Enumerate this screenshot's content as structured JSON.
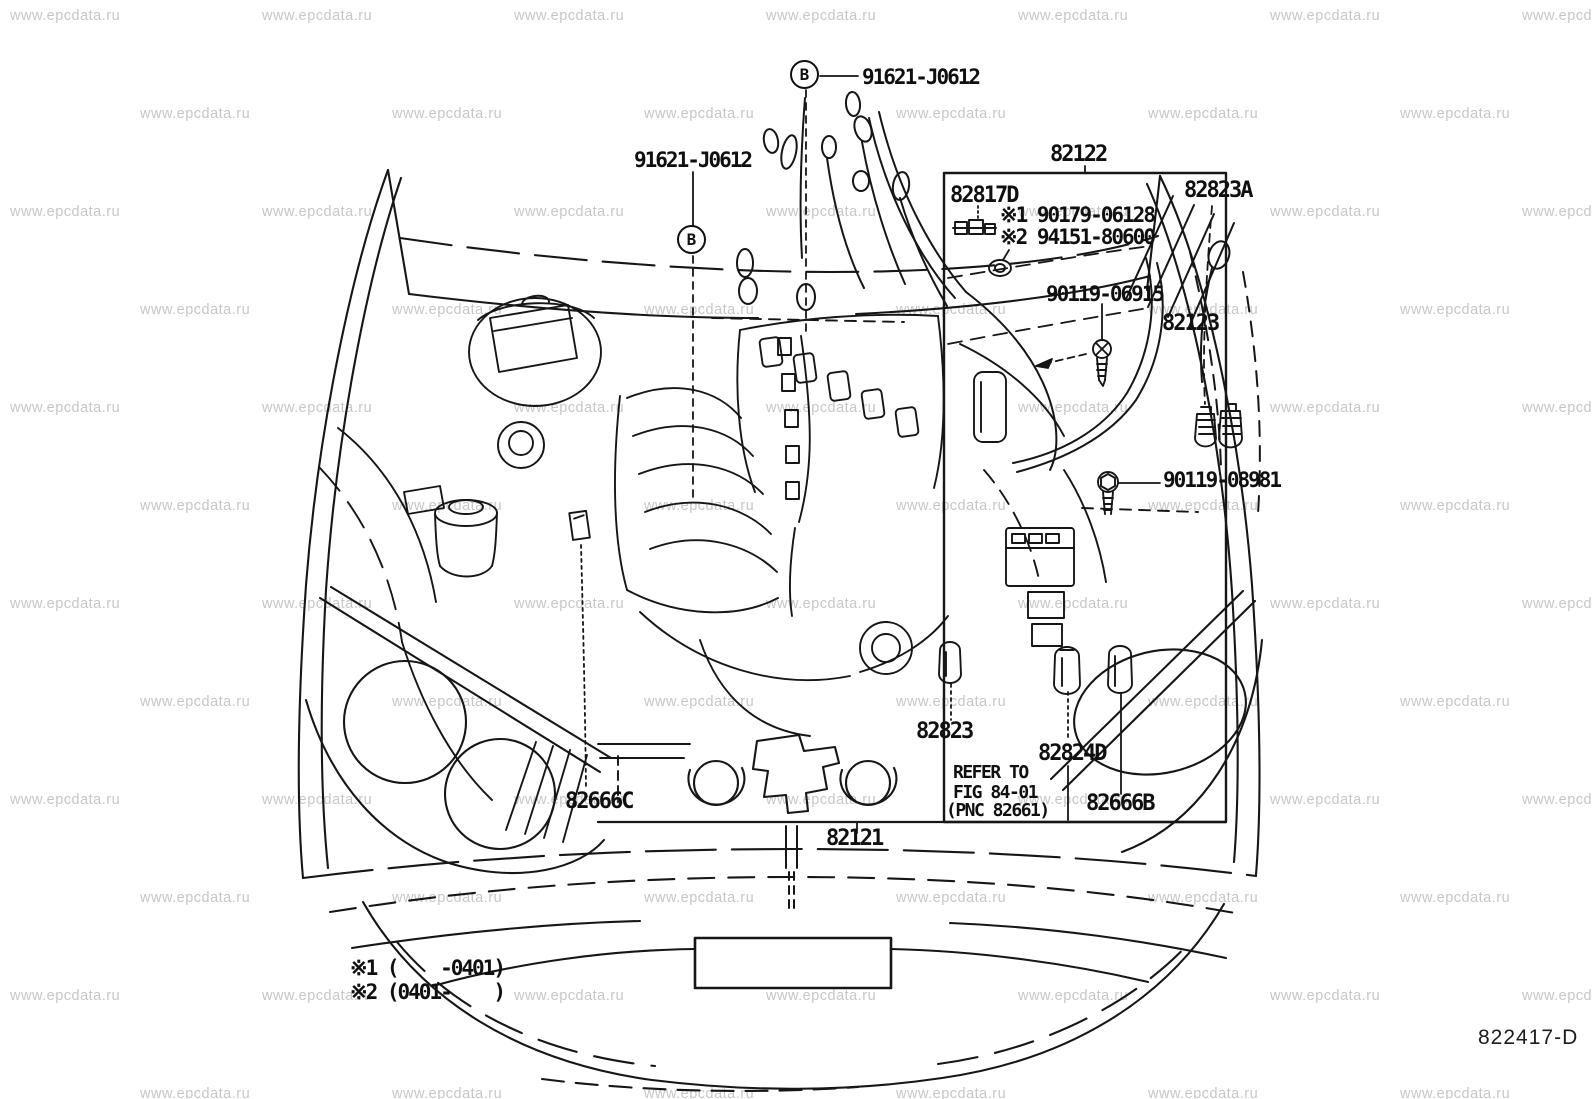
{
  "watermark": {
    "text": "www.epcdata.ru",
    "color": "#c7c7c7"
  },
  "diagram": {
    "title_context": "Toyota wiring engine-room parts diagram",
    "sheet_code": "822417-D",
    "line_color": "#161616",
    "labels": {
      "b_symbol": "B",
      "connector_b_top": "91621-J0612",
      "connector_b_left": "91621-J0612",
      "p82122": "82122",
      "p82817D": "82817D",
      "note1": "※1 90179-06128",
      "note2": "※2 94151-80600",
      "p82823A": "82823A",
      "p90119_06915": "90119-06915",
      "p82123": "82123",
      "p90119_08981": "90119-08981",
      "p82823": "82823",
      "p82824D": "82824D",
      "refer_line1": "REFER TO",
      "refer_line2": "FIG 84-01",
      "refer_line3": "(PNC 82661)",
      "p82666C": "82666C",
      "p82666B": "82666B",
      "p82121": "82121",
      "footnote1": "※1 (    -0401)",
      "footnote2": "※2 (0401-    )"
    }
  }
}
